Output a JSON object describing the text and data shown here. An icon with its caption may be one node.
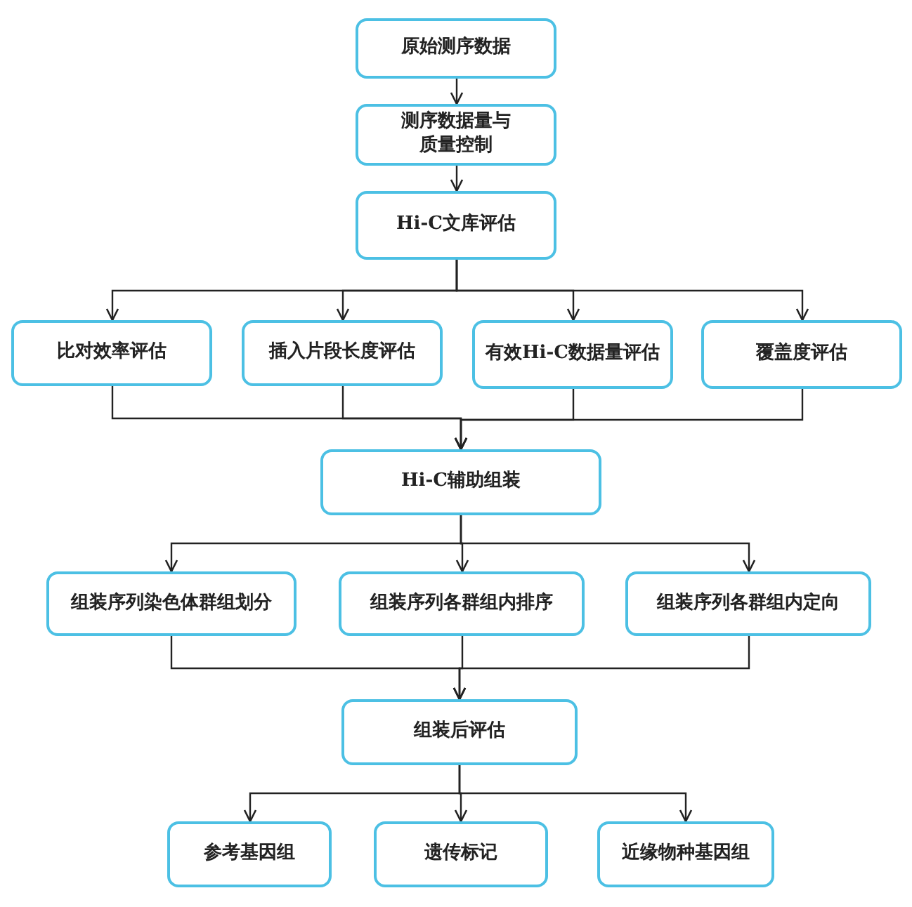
{
  "diagram": {
    "nodes": [
      {
        "text": [
          "原始测序数据"
        ]
      },
      {
        "text": [
          "测序数据量与质量控制"
        ]
      },
      {
        "text": [
          "Hi-C文库评估"
        ]
      },
      {
        "text": [
          "比对效率评估"
        ]
      },
      {
        "text": [
          "插入片段长度评估"
        ]
      },
      {
        "text": [
          "有效Hi-C数据量评估"
        ]
      },
      {
        "text": [
          "覆盖度评估"
        ]
      },
      {
        "text": [
          "Hi-C辅助组装"
        ]
      },
      {
        "text": [
          "组装序列染色体群组划分"
        ]
      },
      {
        "text": [
          "组装序列各群组内排序"
        ]
      },
      {
        "text": [
          "组装序列各群组内定向"
        ]
      },
      {
        "text": [
          "组装后评估"
        ]
      },
      {
        "text": [
          "参考基因组"
        ]
      },
      {
        "text": [
          "遗传标记"
        ]
      },
      {
        "text": [
          "近缘物种基因组"
        ]
      }
    ],
    "edges": [
      {
        "from": 0,
        "to": 1,
        "arrow": "to"
      },
      {
        "from": 1,
        "to": 2,
        "arrow": "to"
      },
      {
        "from": 2,
        "to": 3,
        "arrow": "to"
      },
      {
        "from": 2,
        "to": 4,
        "arrow": "to"
      },
      {
        "from": 2,
        "to": 5,
        "arrow": "to"
      },
      {
        "from": 2,
        "to": 6,
        "arrow": "to"
      },
      {
        "from": 3,
        "to": 7,
        "arrow": "to"
      },
      {
        "from": 4,
        "to": 7,
        "arrow": "to"
      },
      {
        "from": 5,
        "to": 7,
        "arrow": "to"
      },
      {
        "from": 6,
        "to": 7,
        "arrow": "to"
      },
      {
        "from": 7,
        "to": 8,
        "arrow": "to"
      },
      {
        "from": 7,
        "to": 9,
        "arrow": "to"
      },
      {
        "from": 7,
        "to": 10,
        "arrow": "to"
      },
      {
        "from": 8,
        "to": 11,
        "arrow": "to"
      },
      {
        "from": 9,
        "to": 11,
        "arrow": "to"
      },
      {
        "from": 10,
        "to": 11,
        "arrow": "to"
      },
      {
        "from": 11,
        "to": 12,
        "arrow": "to"
      },
      {
        "from": 11,
        "to": 13,
        "arrow": "to"
      },
      {
        "from": 11,
        "to": 14,
        "arrow": "to"
      }
    ]
  }
}
